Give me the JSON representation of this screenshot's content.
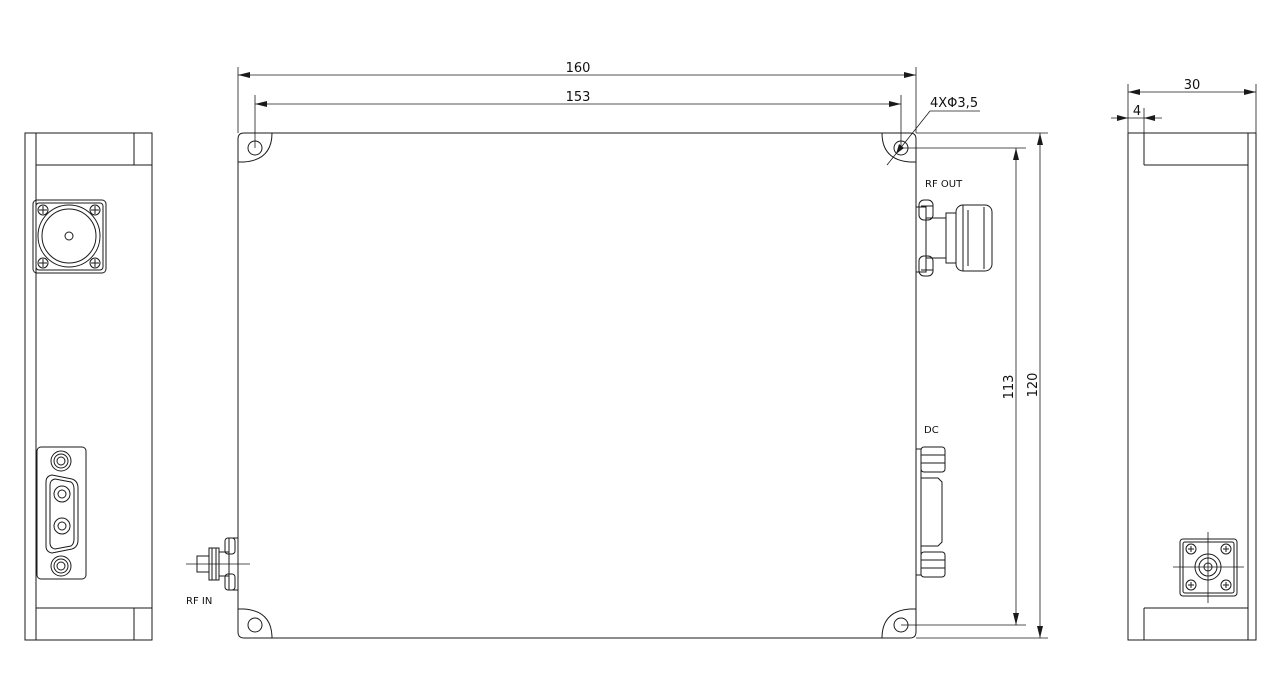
{
  "dimensions": {
    "overall_length": "160",
    "hole_spacing_length": "153",
    "overall_height": "120",
    "hole_spacing_height": "113",
    "overall_depth": "30",
    "connector_offset": "4",
    "mounting_holes": "4XΦ3,5"
  },
  "connector_labels": {
    "rf_out": "RF OUT",
    "dc": "DC",
    "rf_in": "RF IN"
  },
  "colors": {
    "line": "#1a1a1a",
    "background": "#ffffff"
  }
}
